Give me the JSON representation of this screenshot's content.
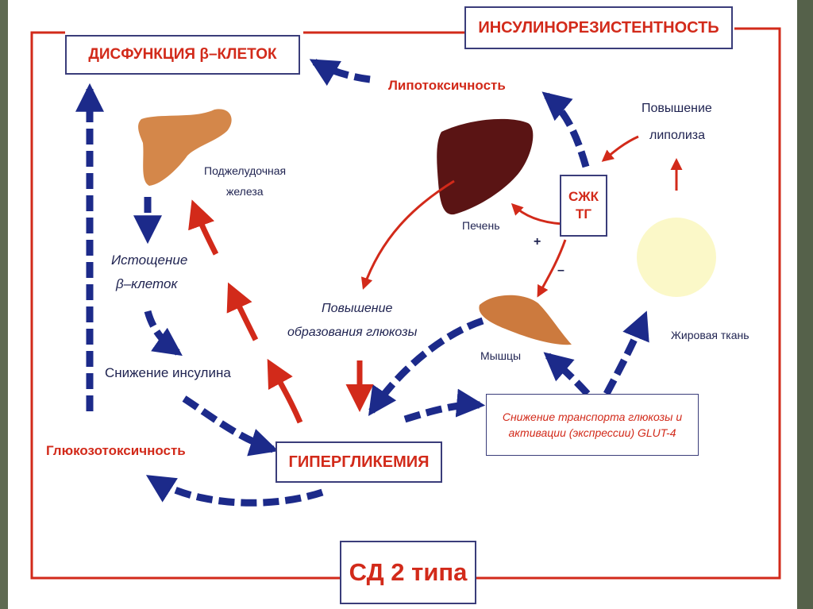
{
  "title_boxes": {
    "beta_dysfunction": "ДИСФУНКЦИЯ β–КЛЕТОК",
    "insulin_resistance": "ИНСУЛИНОРЕЗИСТЕНТНОСТЬ",
    "hyperglycemia": "ГИПЕРГЛИКЕМИЯ",
    "diabetes_type2": "СД 2 типа",
    "ffa_tg_line1": "СЖК",
    "ffa_tg_line2": "ТГ"
  },
  "labels": {
    "lipotoxicity": "Липотоксичность",
    "lipolysis_increase_line1": "Повышение",
    "lipolysis_increase_line2": "липолиза",
    "pancreas_line1": "Поджелудочная",
    "pancreas_line2": "железа",
    "liver": "Печень",
    "beta_exhaustion_line1": "Истощение",
    "beta_exhaustion_line2": "β–клеток",
    "glucose_production_line1": "Повышение",
    "glucose_production_line2": "образования глюкозы",
    "insulin_decrease": "Снижение инсулина",
    "muscles": "Мышцы",
    "adipose_tissue": "Жировая ткань",
    "glucotoxicity": "Глюкозотоксичность",
    "glut4_line1": "Снижение транспорта глюкозы и",
    "glut4_line2": "активации (экспрессии) GLUT-4",
    "plus_sign": "+",
    "minus_sign": "–"
  },
  "colors": {
    "red": "#d22a1a",
    "navy": "#1c2a8a",
    "box_border": "#3a3d7a",
    "pancreas": "#d4874a",
    "liver": "#5a1414",
    "muscle": "#cc7a3e",
    "fat": "#fbf8c8"
  }
}
